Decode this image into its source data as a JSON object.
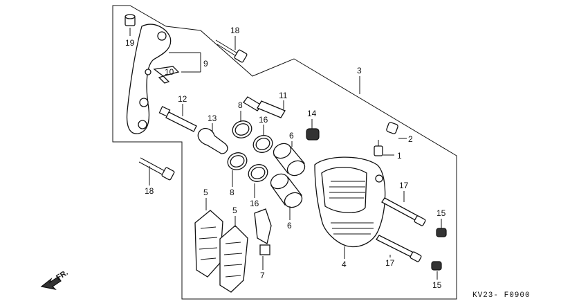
{
  "diagram": {
    "callouts": [
      "1",
      "2",
      "3",
      "4",
      "5",
      "5",
      "6",
      "6",
      "7",
      "8",
      "8",
      "9",
      "10",
      "11",
      "12",
      "13",
      "14",
      "15",
      "15",
      "16",
      "16",
      "17",
      "17",
      "18",
      "18",
      "19"
    ],
    "part_code": "KV23- F0900",
    "direction_label": "FR."
  }
}
